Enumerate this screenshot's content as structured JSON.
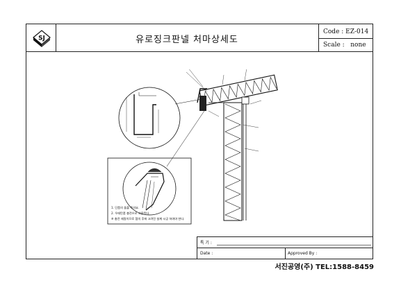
{
  "header": {
    "logo_text": "SJ",
    "title": "유로징크판넬 처마상세도",
    "code_text": "Code : EZ-014",
    "scale_text": "Scale :   none"
  },
  "notes": [
    "1. 단품의 돌출 주의요.",
    "2. 우레탄폼 충전으로 사용된다.",
    "※ 충전 재질이므로 협의 후에 고려진 설계 시공 하여야 한다."
  ],
  "title_block": {
    "remarks_label": "특 기 :",
    "date_label": "Date :",
    "approved_label": "Approved By :"
  },
  "footer": {
    "company": "서진공영(주) TEL:1588-8459"
  }
}
